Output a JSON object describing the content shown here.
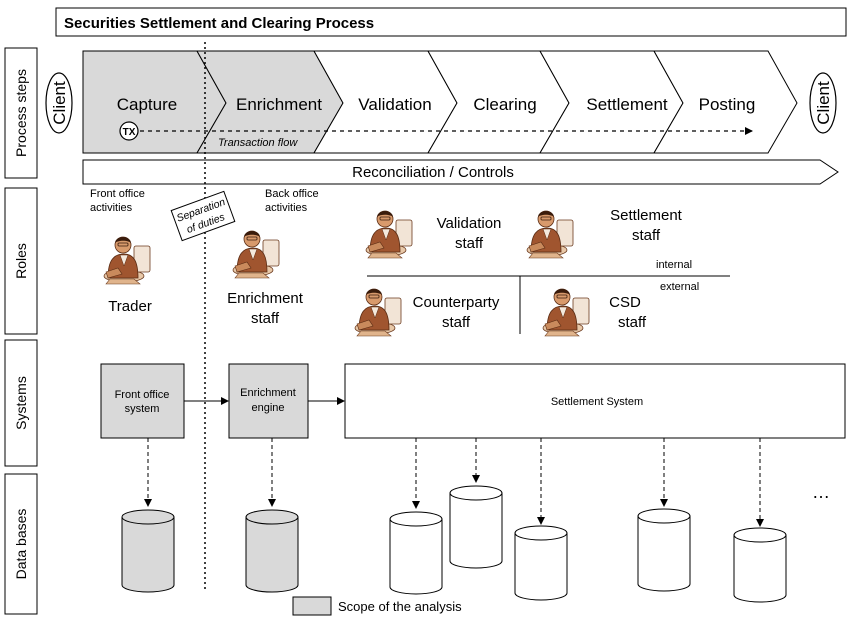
{
  "title": "Securities Settlement and Clearing Process",
  "lanes": {
    "process": "Process steps",
    "roles": "Roles",
    "systems": "Systems",
    "databases": "Data bases"
  },
  "client_left": "Client",
  "client_right": "Client",
  "process_steps": [
    {
      "label": "Capture",
      "in_scope": true
    },
    {
      "label": "Enrichment",
      "in_scope": true
    },
    {
      "label": "Validation",
      "in_scope": false
    },
    {
      "label": "Clearing",
      "in_scope": false
    },
    {
      "label": "Settlement",
      "in_scope": false
    },
    {
      "label": "Posting",
      "in_scope": false
    }
  ],
  "tx_badge": "TX",
  "transaction_flow": "Transaction flow",
  "reconciliation": "Reconciliation / Controls",
  "roles": {
    "front_office": [
      "Front office",
      "activities"
    ],
    "separation": [
      "Separation",
      "of duties"
    ],
    "back_office": [
      "Back office",
      "activities"
    ],
    "trader": "Trader",
    "enrichment_staff": [
      "Enrichment",
      "staff"
    ],
    "validation_staff": [
      "Validation",
      "staff"
    ],
    "settlement_staff": [
      "Settlement",
      "staff"
    ],
    "internal": "internal",
    "external": "external",
    "counterparty_staff": [
      "Counterparty",
      "staff"
    ],
    "csd_staff": [
      "CSD",
      "staff"
    ]
  },
  "systems": {
    "front_office": [
      "Front office",
      "system"
    ],
    "enrichment": [
      "Enrichment",
      "engine"
    ],
    "settlement": "Settlement System"
  },
  "databases_more": "…",
  "legend": "Scope of the analysis",
  "colors": {
    "scope_fill": "#d9d9d9",
    "line": "#000000",
    "person_skin": "#c07a4f",
    "person_suit": "#8a4a2a"
  }
}
